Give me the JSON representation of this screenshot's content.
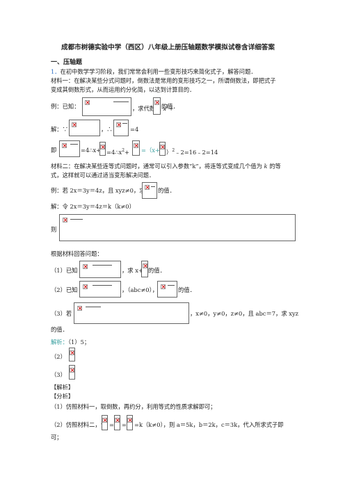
{
  "title": "成都市树德实验中学（西区）八年级上册压轴题数学模拟试卷含详细答案",
  "section_heading": "一、压轴题",
  "problem": {
    "intro_num": "1．",
    "intro": "在初中数学学习阶段，我们常常会利用一些变形技巧来简化式子，解答问题．",
    "m1_line1": "材料一：在解决某些分式问题时，倒数法是常用的变形技巧之一，所谓倒数法，即把式子",
    "m1_line2": "变成其倒数形式，从而运用约分化简，以达到计算目的．",
    "ex1_a": "例：已知：",
    "ex1_b": "，求代数式 x",
    "ex1_c": "+",
    "ex1_d": "的值．",
    "sol1_a": "解：∵",
    "sol1_b": "，∴",
    "sol1_c": "=4",
    "line_ji_a": "即",
    "line_ji_b": "=4∴x+",
    "line_ji_c": "=4∴x",
    "line_ji_d": "+",
    "line_ji_e": "=（x+",
    "line_ji_f": "）",
    "line_ji_g": "﹣2=16﹣2=14",
    "m2_line1a": "材料二：在解决某些连等式问题时，通常可以引入参数“k”，将连等式变成几个值为 ",
    "m2_line1b": "k",
    "m2_line1c": " 的等",
    "m2_line2": "式，这样就可以通过适当变形解决问题．",
    "ex2_a": "例：若 2x＝3y＝4z，且 xyz≠0，求",
    "ex2_b": "的值．",
    "sol2": "解：令 2x＝3y＝4z＝k（k≠0）",
    "ze": "则",
    "answer_intro": "根据材料回答问题：",
    "q1_a": "（1）已知",
    "q1_b": "，求 x+",
    "q1_c": "的值．",
    "q2_a": "（2）已知",
    "q2_b": "，（abc≠0），求",
    "q2_c": "的值．",
    "q3_a": "（3）若",
    "q3_b": "，x≠0，y≠0，z≠0，且 abc＝7，求 xyz",
    "q3_c": "的值．",
    "jiexi_label": "解析：",
    "jiexi_1": "（1）5；",
    "jiexi_2": "（2）",
    "jiexi_3": "（3）",
    "bracket_jiexi": "【解析】",
    "bracket_fenxi": "【分析】",
    "fx1": "（1）仿照材料一，取倒数，再约分，利用等式的性质求解即可；",
    "fx2_a": "（2）仿照材料二，设",
    "fx2_b": "=",
    "fx2_c": "=",
    "fx2_d": "=k（k≠0），则 a＝5k，b＝2k，c＝3k，代入所求式子即",
    "fx2_e": "可；"
  }
}
